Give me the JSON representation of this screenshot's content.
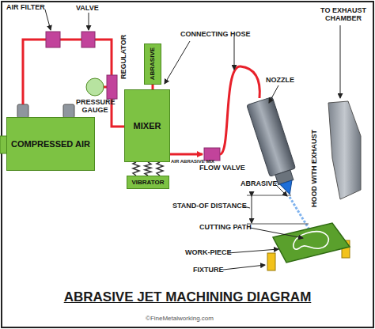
{
  "diagram": {
    "title": "ABRASIVE JET MACHINING DIAGRAM",
    "nodes": [
      {
        "text": [
          "COMPRESSED AIR"
        ]
      },
      {
        "text": [
          "ABRASIVE"
        ]
      },
      {
        "text": [
          "MIXER"
        ]
      },
      {
        "text": [
          "VIBRATOR"
        ]
      }
    ],
    "edges": [
      {
        "from": 1,
        "to": 2,
        "arrow": "none"
      },
      {
        "from": 3,
        "to": 2,
        "arrow": "none"
      }
    ],
    "labels": [
      "AIR FILTER",
      "VALVE",
      "REGULATOR",
      "PRESSURE GAUGE",
      "CONNECTING HOSE",
      "NOZZLE",
      "TO EXHAUST CHAMBER",
      "AIR ABRASIVE MIX",
      "FLOW VALVE",
      "ABRASIVE",
      "HOOD WITH EXHAUST",
      "STAND-OF DISTANCE",
      "CUTTING PATH",
      "WORK-PIECE",
      "FIXTURE",
      "©FineMetalworking.com"
    ]
  }
}
